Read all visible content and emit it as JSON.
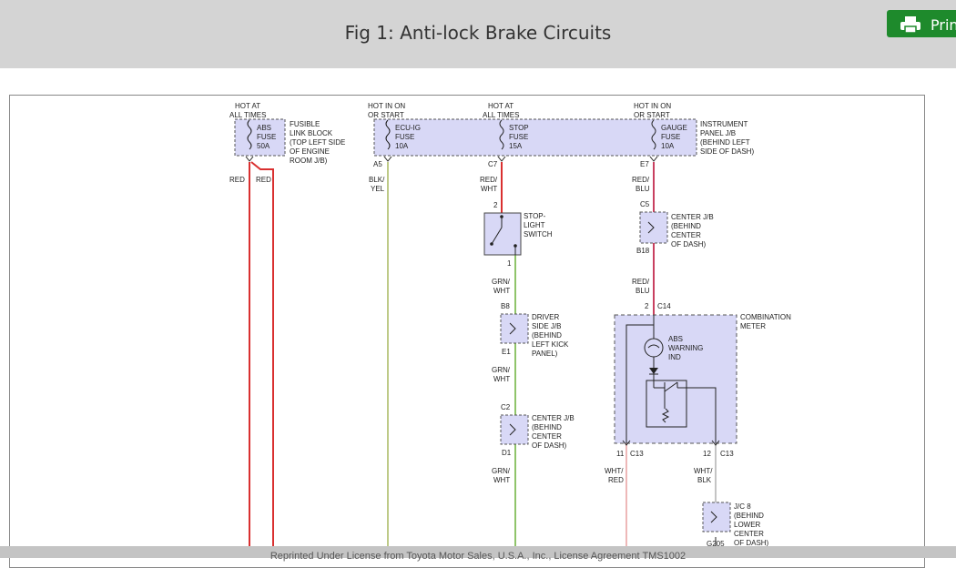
{
  "header": {
    "title": "Fig 1: Anti-lock Brake Circuits",
    "print_label": "Print"
  },
  "footer": {
    "license": "Reprinted Under License from Toyota Motor Sales, U.S.A., Inc., License Agreement TMS1002"
  },
  "diagram": {
    "hot_at_all_times_1": [
      "HOT AT",
      "ALL TIMES"
    ],
    "abs_fuse": [
      "ABS",
      "FUSE",
      "50A"
    ],
    "fusible_link_block": [
      "FUSIBLE",
      "LINK BLOCK",
      "(TOP LEFT SIDE",
      "OF ENGINE",
      "ROOM J/B)"
    ],
    "wire_red_1": "RED",
    "wire_red_2": "RED",
    "hot_in_on_1": [
      "HOT IN ON",
      "OR START"
    ],
    "ecu_ig_fuse": [
      "ECU-IG",
      "FUSE",
      "10A"
    ],
    "hot_at_all_times_2": [
      "HOT AT",
      "ALL TIMES"
    ],
    "stop_fuse": [
      "STOP",
      "FUSE",
      "15A"
    ],
    "hot_in_on_2": [
      "HOT IN ON",
      "OR START"
    ],
    "gauge_fuse": [
      "GAUGE",
      "FUSE",
      "10A"
    ],
    "instrument_panel_jb": [
      "INSTRUMENT",
      "PANEL J/B",
      "(BEHIND LEFT",
      "SIDE OF DASH)"
    ],
    "pin_a5": "A5",
    "wire_blk_yel": [
      "BLK/",
      "YEL"
    ],
    "pin_c7": "C7",
    "wire_red_wht": [
      "RED/",
      "WHT"
    ],
    "pin_e7": "E7",
    "wire_red_blu_1": [
      "RED/",
      "BLU"
    ],
    "pin_c5": "C5",
    "center_jb_1": [
      "CENTER J/B",
      "(BEHIND",
      "CENTER",
      "OF DASH)"
    ],
    "pin_b18": "B18",
    "pin_2": "2",
    "stop_light_switch": [
      "STOP-",
      "LIGHT",
      "SWITCH"
    ],
    "pin_1": "1",
    "wire_grn_wht_1": [
      "GRN/",
      "WHT"
    ],
    "pin_b8": "B8",
    "driver_side_jb": [
      "DRIVER",
      "SIDE J/B",
      "(BEHIND",
      "LEFT KICK",
      "PANEL)"
    ],
    "pin_e1": "E1",
    "wire_grn_wht_2": [
      "GRN/",
      "WHT"
    ],
    "pin_c2": "C2",
    "center_jb_2": [
      "CENTER J/B",
      "(BEHIND",
      "CENTER",
      "OF DASH)"
    ],
    "pin_d1": "D1",
    "wire_grn_wht_3": [
      "GRN/",
      "WHT"
    ],
    "wire_red_blu_2": [
      "RED/",
      "BLU"
    ],
    "pin_2_c14": [
      "2",
      "C14"
    ],
    "combination_meter": [
      "COMBINATION",
      "METER"
    ],
    "abs_warning_ind": [
      "ABS",
      "WARNING",
      "IND"
    ],
    "pin_11_c13": [
      "11",
      "C13"
    ],
    "pin_12_c13": [
      "12",
      "C13"
    ],
    "wire_wht_red": [
      "WHT/",
      "RED"
    ],
    "wire_wht_blk": [
      "WHT/",
      "BLK"
    ],
    "jc8": [
      "J/C 8",
      "(BEHIND",
      "LOWER",
      "CENTER",
      "OF DASH)"
    ],
    "pin_g205": "G205"
  },
  "colors": {
    "header_bg": "#d4d4d4",
    "print_button": "#1e8a2c",
    "component_fill": "#d8d8f6",
    "wire_red": "#d93030",
    "wire_green": "#8fc46a",
    "wire_yellow_green": "#a8b860",
    "wire_red_blue": "#c84060",
    "wire_white_red": "#e8a0a0",
    "wire_white_black": "#b0b0b0"
  },
  "icons": [
    "printer-icon"
  ]
}
